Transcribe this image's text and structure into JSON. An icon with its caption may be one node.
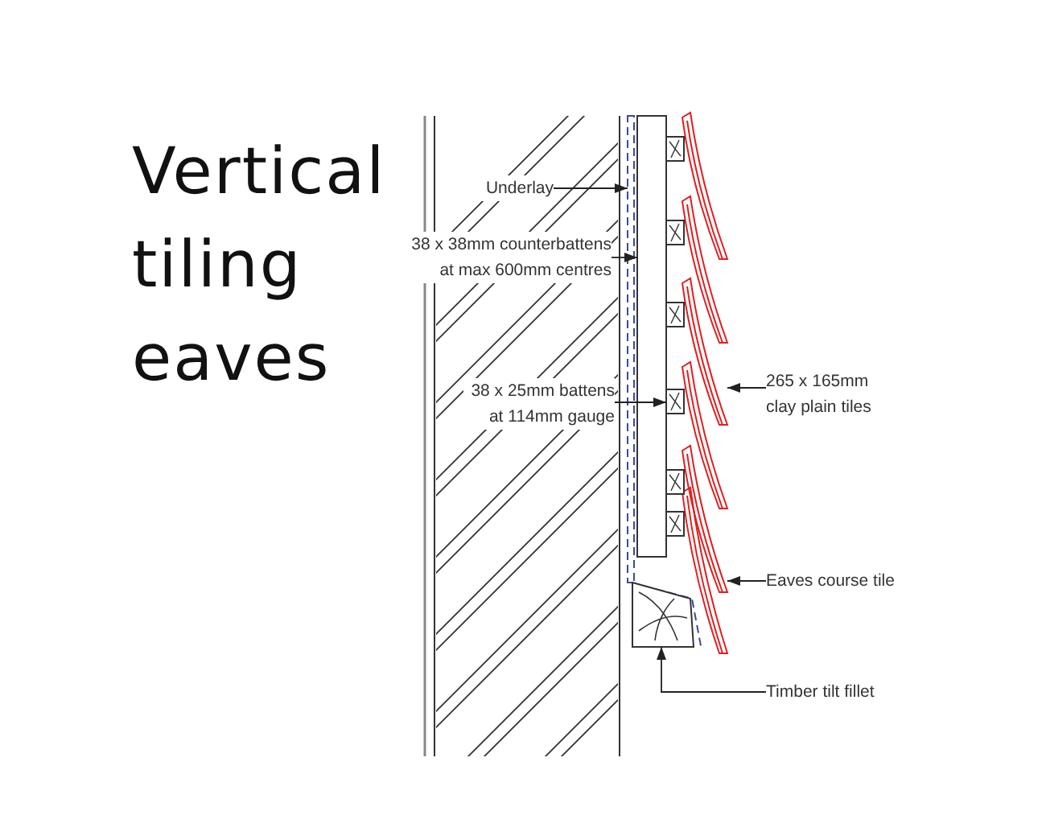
{
  "diagram": {
    "title": "Vertical tiling eaves",
    "nodes": [
      {
        "text": [
          "Underlay"
        ]
      },
      {
        "text": [],
        "shape": "bar"
      },
      {
        "text": [
          "38 x 38mm counterbattens at max 600mm centres"
        ]
      },
      {
        "text": [],
        "shape": "box"
      },
      {
        "text": [
          "38 x 25mm battens at 114mm gauge"
        ]
      },
      {
        "text": [],
        "shape": "box"
      },
      {
        "text": [
          "265 x 165mm clay plain tiles"
        ]
      },
      {
        "text": [],
        "shape": "bar"
      },
      {
        "text": [
          "Eaves course tile"
        ]
      },
      {
        "text": [],
        "shape": "bar"
      },
      {
        "text": [
          "Timber tilt fillet"
        ]
      },
      {
        "text": [],
        "shape": "box"
      }
    ],
    "edges": [
      {
        "from": 0,
        "to": 1,
        "arrow": "to"
      },
      {
        "from": 2,
        "to": 3,
        "arrow": "to"
      },
      {
        "from": 4,
        "to": 5,
        "arrow": "to"
      },
      {
        "from": 6,
        "to": 7,
        "arrow": "to"
      },
      {
        "from": 8,
        "to": 9,
        "arrow": "to"
      },
      {
        "from": 10,
        "to": 11,
        "arrow": "to"
      }
    ]
  }
}
